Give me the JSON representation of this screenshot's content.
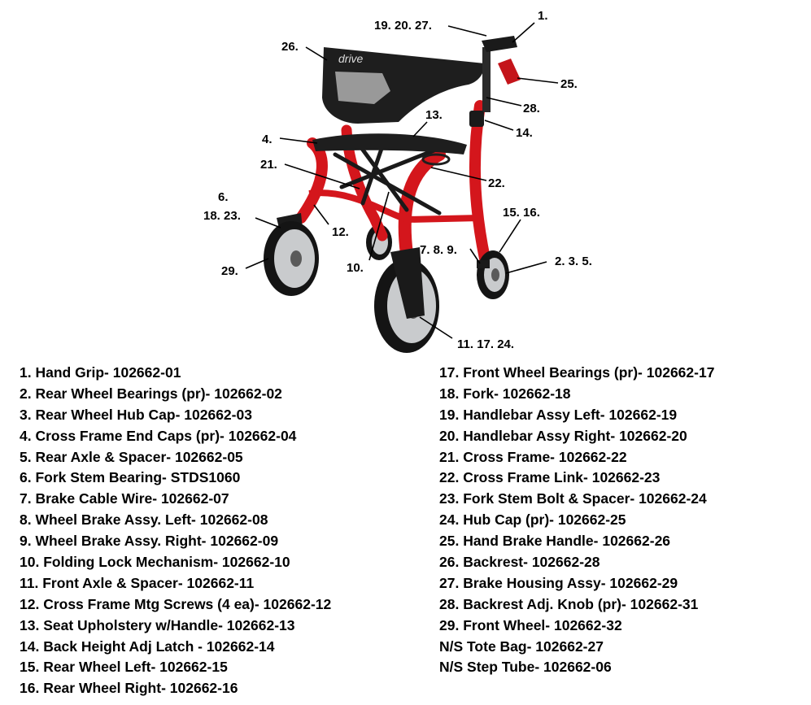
{
  "diagram": {
    "brand_logo": "drive",
    "callouts": [
      "1.",
      "19. 20. 27.",
      "26.",
      "25.",
      "28.",
      "13.",
      "14.",
      "4.",
      "21.",
      "22.",
      "6.",
      "18. 23.",
      "15. 16.",
      "12.",
      "7. 8. 9.",
      "2. 3. 5.",
      "29.",
      "10.",
      "11. 17. 24."
    ],
    "colors": {
      "frame_red": "#d4161c",
      "seat_black": "#1e1e1e",
      "tire": "#141414",
      "rim_silver": "#c9cbcd",
      "brake_handle": "#c4141a"
    }
  },
  "parts_left": [
    "1. Hand Grip- 102662-01",
    "2. Rear Wheel Bearings (pr)- 102662-02",
    "3. Rear Wheel Hub Cap- 102662-03",
    "4. Cross Frame End Caps (pr)- 102662-04",
    "5. Rear Axle & Spacer- 102662-05",
    "6. Fork Stem Bearing- STDS1060",
    "7. Brake Cable Wire- 102662-07",
    "8. Wheel Brake Assy. Left- 102662-08",
    "9. Wheel Brake Assy. Right- 102662-09",
    "10. Folding Lock Mechanism- 102662-10",
    "11. Front Axle & Spacer- 102662-11",
    "12. Cross Frame Mtg Screws (4 ea)- 102662-12",
    "13. Seat Upholstery w/Handle- 102662-13",
    "14. Back Height Adj Latch - 102662-14",
    "15. Rear Wheel Left- 102662-15",
    "16. Rear Wheel Right- 102662-16"
  ],
  "parts_right": [
    "17. Front Wheel Bearings (pr)- 102662-17",
    "18. Fork- 102662-18",
    "19. Handlebar Assy Left- 102662-19",
    "20. Handlebar Assy Right- 102662-20",
    "21. Cross Frame- 102662-22",
    "22. Cross Frame Link- 102662-23",
    "23. Fork Stem Bolt & Spacer- 102662-24",
    "24. Hub Cap (pr)- 102662-25",
    "25. Hand Brake Handle- 102662-26",
    "26. Backrest- 102662-28",
    "27. Brake Housing Assy- 102662-29",
    "28. Backrest Adj. Knob (pr)- 102662-31",
    "29. Front Wheel- 102662-32",
    "N/S Tote Bag- 102662-27",
    "N/S Step Tube- 102662-06"
  ]
}
